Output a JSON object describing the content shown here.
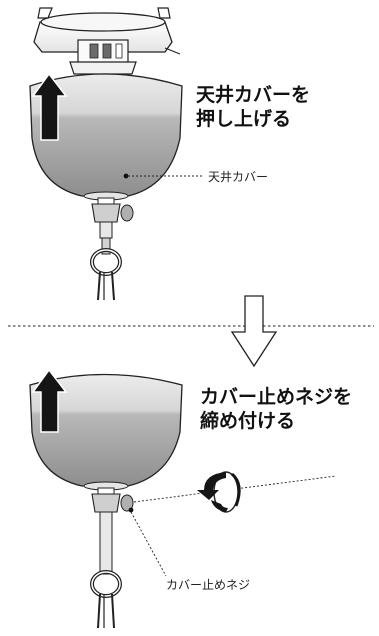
{
  "step1": {
    "instruction_line1": "天井カバーを",
    "instruction_line2": "押し上げる",
    "callout_label": "天井カバー"
  },
  "step2": {
    "instruction_line1": "カバー止めネジを",
    "instruction_line2": "締め付ける",
    "callout_label": "カバー止めネジ"
  },
  "colors": {
    "cover_fill": "#b9b9b9",
    "cover_shade": "#8f8f8f",
    "arrow_fill": "#151515",
    "line": "#222222"
  },
  "icons": [
    "up-arrow-icon",
    "down-arrow-icon",
    "rotation-arrow-icon"
  ]
}
